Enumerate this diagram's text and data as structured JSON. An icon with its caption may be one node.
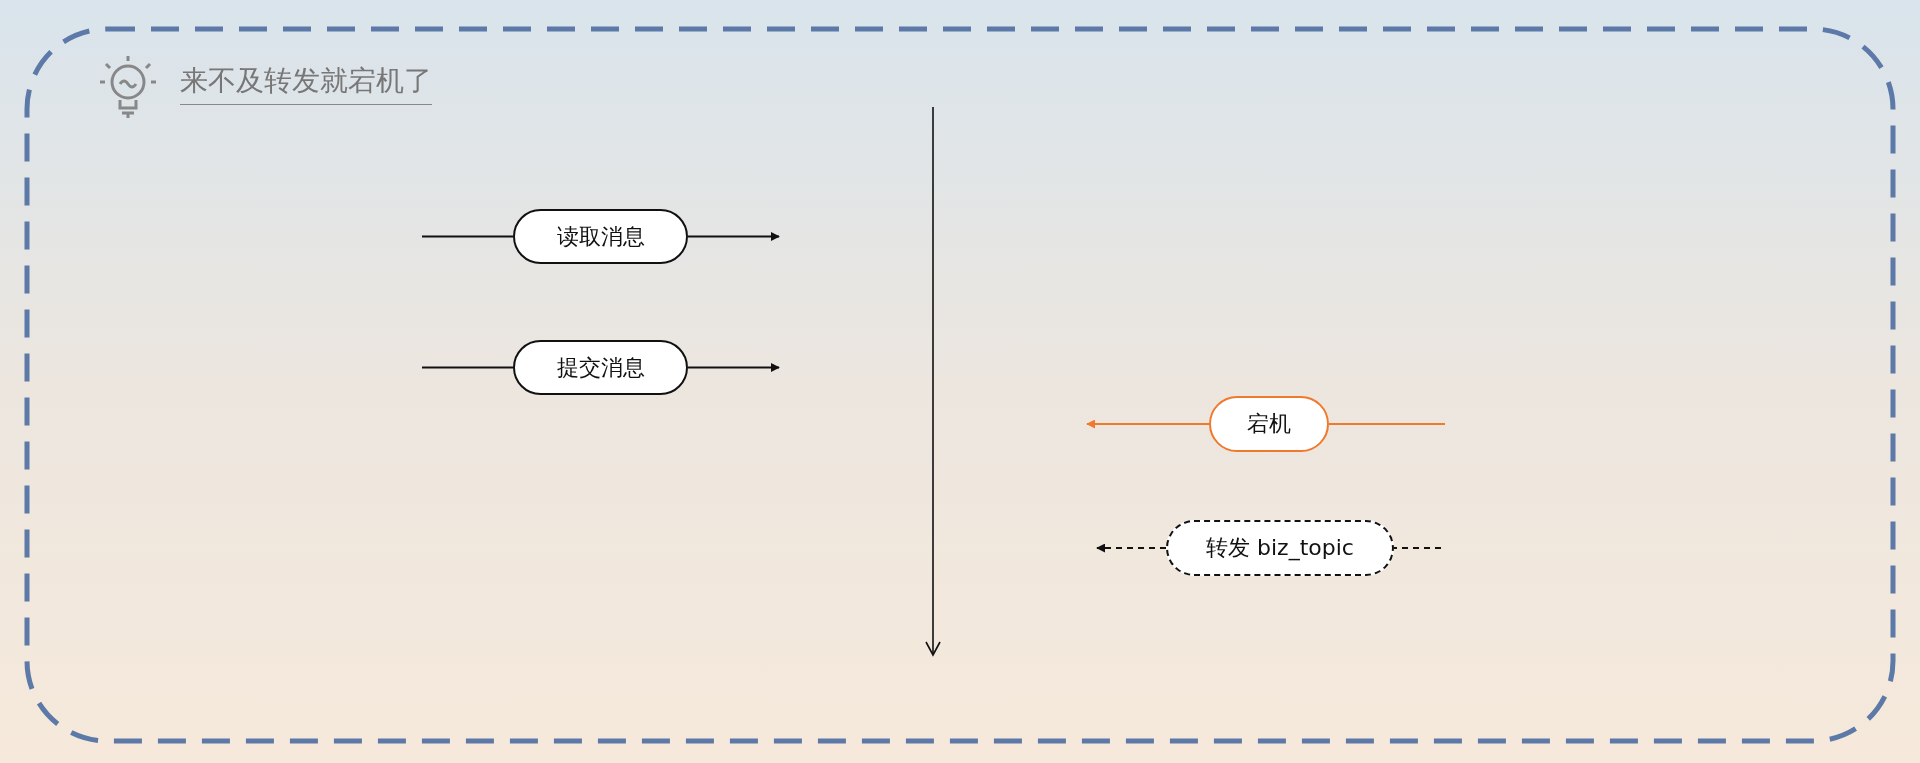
{
  "diagram": {
    "title": "来不及转发就宕机了",
    "nodes": [
      {
        "text": [
          "读取消息"
        ]
      },
      {
        "text": [
          "提交消息"
        ]
      },
      {
        "text": [
          "宕机"
        ]
      },
      {
        "text": [
          "转发 biz_topic"
        ]
      }
    ],
    "edges": [
      {
        "from": null,
        "to": 0,
        "arrow": "none"
      },
      {
        "from": 0,
        "to": null,
        "arrow": "to"
      },
      {
        "from": null,
        "to": 1,
        "arrow": "none"
      },
      {
        "from": 1,
        "to": null,
        "arrow": "to"
      },
      {
        "from": null,
        "to": 2,
        "arrow": "none",
        "color": "#ef7a2e"
      },
      {
        "from": 2,
        "to": null,
        "arrow": "to",
        "color": "#ef7a2e"
      },
      {
        "from": null,
        "to": 3,
        "arrow": "none",
        "style": "dashed"
      },
      {
        "from": 3,
        "to": null,
        "arrow": "to",
        "style": "dashed"
      }
    ]
  }
}
